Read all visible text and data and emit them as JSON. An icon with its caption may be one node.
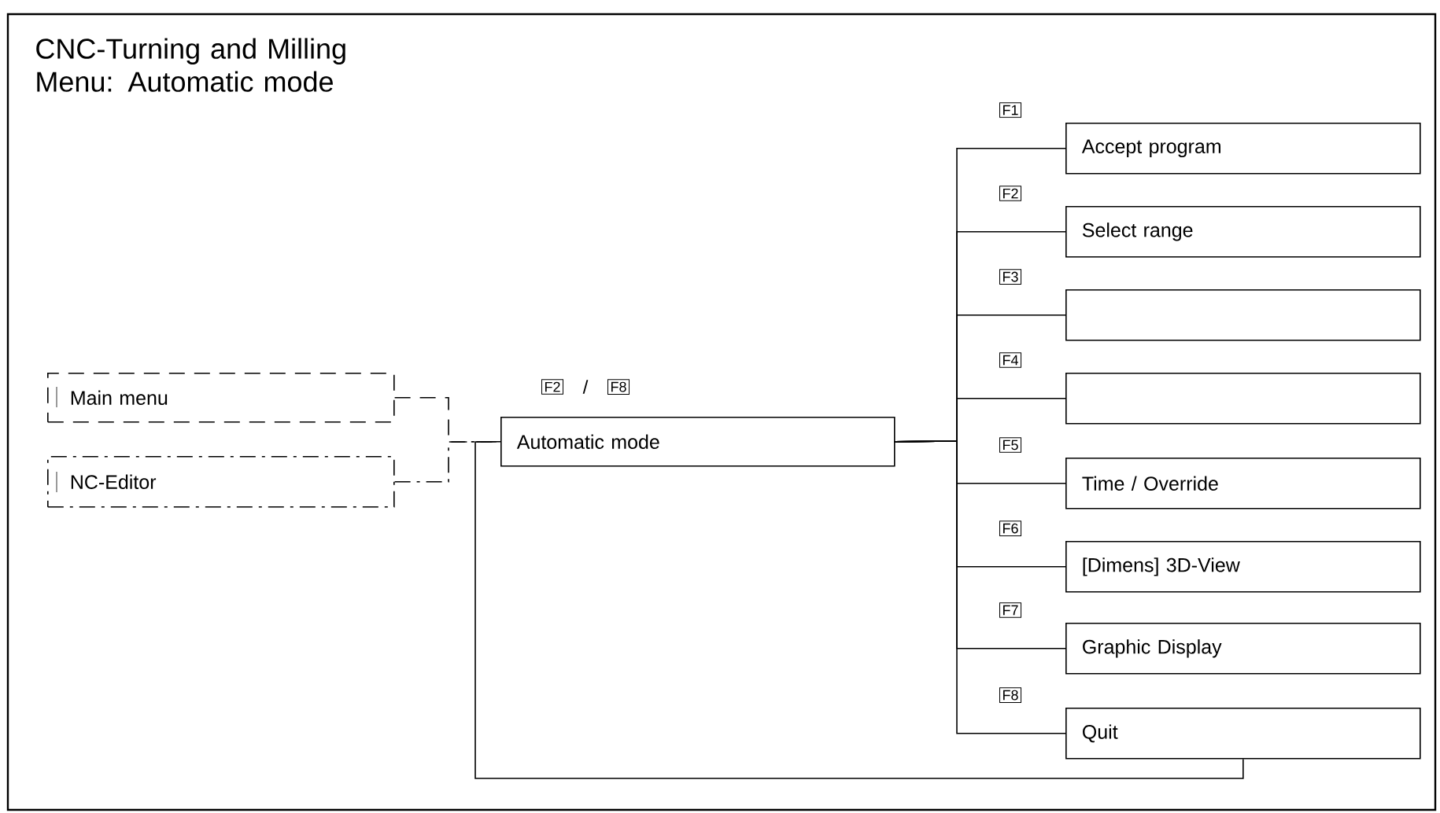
{
  "diagram": {
    "title": "CNC-Turning and Milling Menu: Automatic mode",
    "nodes": [
      {
        "text": [
          "Main menu"
        ]
      },
      {
        "text": [
          "NC-Editor"
        ]
      },
      {
        "text": [
          "Automatic mode"
        ],
        "beside": [
          "F2",
          "/",
          "F8"
        ]
      },
      {
        "text": [
          "Accept program"
        ],
        "beside": [
          "F1"
        ]
      },
      {
        "text": [
          "Select range"
        ],
        "beside": [
          "F2"
        ]
      },
      {
        "text": [],
        "shape": "box",
        "beside": [
          "F3"
        ]
      },
      {
        "text": [],
        "shape": "box",
        "beside": [
          "F4"
        ]
      },
      {
        "text": [
          "Time / Override"
        ],
        "beside": [
          "F5"
        ]
      },
      {
        "text": [
          "[Dimens] 3D-View"
        ],
        "beside": [
          "F6"
        ]
      },
      {
        "text": [
          "Graphic Display"
        ],
        "beside": [
          "F7"
        ]
      },
      {
        "text": [
          "Quit"
        ],
        "beside": [
          "F8"
        ]
      }
    ],
    "edges": [
      {
        "from": 0,
        "to": 2,
        "arrow": "none",
        "style": "dashed"
      },
      {
        "from": 1,
        "to": 2,
        "arrow": "none",
        "style": "dashed"
      },
      {
        "from": 2,
        "to": 3,
        "arrow": "none"
      },
      {
        "from": 2,
        "to": 4,
        "arrow": "none"
      },
      {
        "from": 2,
        "to": 5,
        "arrow": "none"
      },
      {
        "from": 2,
        "to": 6,
        "arrow": "none"
      },
      {
        "from": 2,
        "to": 7,
        "arrow": "none"
      },
      {
        "from": 2,
        "to": 8,
        "arrow": "none"
      },
      {
        "from": 2,
        "to": 9,
        "arrow": "none"
      },
      {
        "from": 2,
        "to": 10,
        "arrow": "none"
      },
      {
        "from": 10,
        "to": 2,
        "arrow": "none"
      }
    ]
  }
}
